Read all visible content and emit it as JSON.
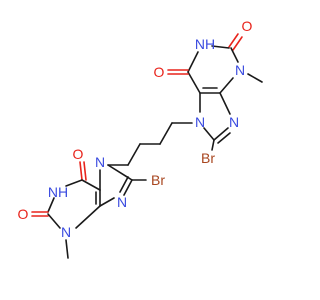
{
  "molecule": {
    "atoms": {
      "O_top": "O",
      "NH_top": "NH",
      "O_upper_left": "O",
      "N_upper_right": "N",
      "N7_upper": "N",
      "N9_upper": "N",
      "Br_upper": "Br",
      "N7_lower": "N",
      "O_lower_top": "O",
      "NH_lower": "NH",
      "O_lower_left": "O",
      "N_lower_3": "N",
      "N9_lower": "N",
      "Br_lower": "Br"
    },
    "colors": {
      "carbon_bond": "#1a1a1a",
      "nitrogen": "#3a4be0",
      "oxygen": "#e8241c",
      "bromine": "#a8461f",
      "background": "#ffffff"
    }
  }
}
